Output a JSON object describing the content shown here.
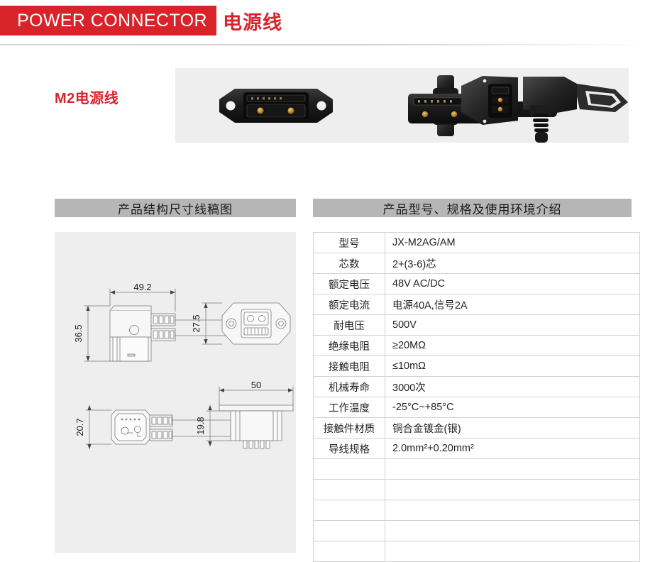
{
  "header": {
    "title_en": "POWER CONNECTOR",
    "title_cn": "电源线",
    "accent_color": "#d9232a",
    "rule_color": "#d0d0d0"
  },
  "product": {
    "name": "M2电源线",
    "photo_band": {
      "background": "#eeeeee",
      "items": [
        {
          "name": "panel-mount-receptacle",
          "description": "黑色方形面板安装插座，两个镀金大电流端子与一排信号针"
        },
        {
          "name": "cable-plug-front",
          "description": "黑色带固定翼的电缆插头正面，两个镀金插针"
        },
        {
          "name": "receptacle-angled",
          "description": "插座斜侧视图"
        },
        {
          "name": "right-angle-plug-with-handle",
          "description": "带拉环把手的直角电缆插头"
        }
      ]
    }
  },
  "sections": {
    "drawing": {
      "header": "产品结构尺寸线稿图",
      "header_bg": "#b6b6b6",
      "panel_bg": "#eeeeee",
      "views": [
        {
          "name": "plug-side-view",
          "dims": [
            {
              "label": "49.2",
              "axis": "horizontal"
            },
            {
              "label": "36.5",
              "axis": "vertical"
            }
          ]
        },
        {
          "name": "receptacle-front-view",
          "dims": [
            {
              "label": "27.5",
              "axis": "vertical"
            }
          ]
        },
        {
          "name": "plug-top-view",
          "dims": [
            {
              "label": "20.7",
              "axis": "vertical"
            }
          ]
        },
        {
          "name": "receptacle-side-view",
          "dims": [
            {
              "label": "50",
              "axis": "horizontal"
            },
            {
              "label": "19.8",
              "axis": "vertical"
            }
          ]
        }
      ]
    },
    "spec": {
      "header": "产品型号、规格及使用环境介绍",
      "header_bg": "#b6b6b6",
      "rows": [
        {
          "key": "型号",
          "value": "JX-M2AG/AM"
        },
        {
          "key": "芯数",
          "value": "2+(3-6)芯"
        },
        {
          "key": "额定电压",
          "value": "48V AC/DC"
        },
        {
          "key": "额定电流",
          "value": "电源40A,信号2A"
        },
        {
          "key": "耐电压",
          "value": "500V"
        },
        {
          "key": "绝缘电阻",
          "value": "≥20MΩ"
        },
        {
          "key": "接触电阻",
          "value": "≤10mΩ"
        },
        {
          "key": "机械寿命",
          "value": "3000次"
        },
        {
          "key": "工作温度",
          "value": "-25°C~+85°C"
        },
        {
          "key": "接触件材质",
          "value": "铜合金镀金(银)"
        },
        {
          "key": "导线规格",
          "value": "2.0mm²+0.20mm²"
        },
        {
          "key": "",
          "value": ""
        },
        {
          "key": "",
          "value": ""
        },
        {
          "key": "",
          "value": ""
        },
        {
          "key": "",
          "value": ""
        },
        {
          "key": "",
          "value": ""
        }
      ]
    }
  }
}
